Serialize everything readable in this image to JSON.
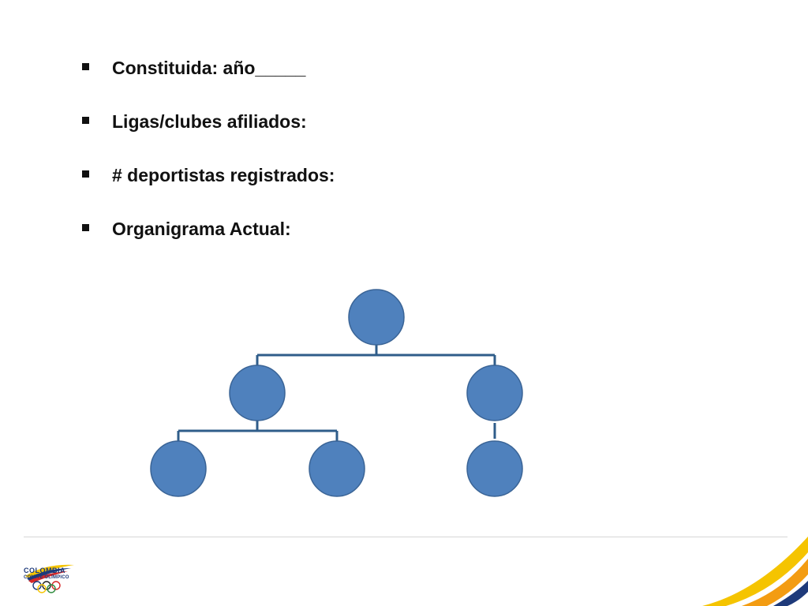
{
  "bullets": [
    {
      "label": "Constituida:  año_____"
    },
    {
      "label": "Ligas/clubes afiliados:"
    },
    {
      "label": "# deportistas registrados:"
    },
    {
      "label": "Organigrama Actual:"
    }
  ],
  "org_chart": {
    "node_fill": "#4f81bd",
    "node_stroke": "#3a6496",
    "connector_color": "#2f5d8a",
    "nodes": [
      {
        "id": "root",
        "level": 0
      },
      {
        "id": "left",
        "level": 1,
        "parent": "root"
      },
      {
        "id": "right",
        "level": 1,
        "parent": "root"
      },
      {
        "id": "left-left",
        "level": 2,
        "parent": "left"
      },
      {
        "id": "left-right",
        "level": 2,
        "parent": "left"
      },
      {
        "id": "right-child",
        "level": 2,
        "parent": "right"
      }
    ]
  },
  "footer": {
    "logo_line1": "COLOMBIA",
    "logo_line2": "COMITÉ OLÍMPICO",
    "colors": {
      "yellow": "#f5c400",
      "blue": "#1e3a7a",
      "red": "#d62828",
      "orange": "#f39c12"
    }
  }
}
